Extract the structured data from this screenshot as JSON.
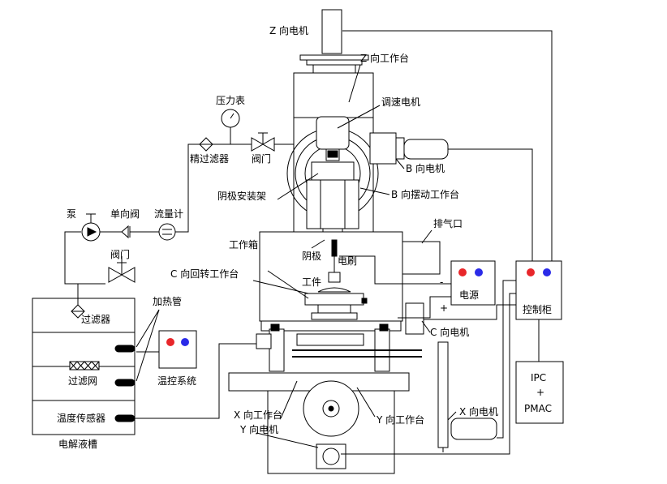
{
  "labels": {
    "z_motor": "Z 向电机",
    "z_table": "Z 向工作台",
    "speed_motor": "调速电机",
    "pressure_gauge": "压力表",
    "fine_filter": "精过滤器",
    "valve_top": "阀门",
    "b_motor": "B 向电机",
    "cathode_mount": "阴极安装架",
    "b_swing_table": "B 向摆动工作台",
    "pump": "泵",
    "check_valve": "单向阀",
    "flowmeter": "流量计",
    "exhaust": "排气口",
    "work_box": "工作箱",
    "cathode": "阴极",
    "brush": "电刷",
    "valve_left": "阀门",
    "c_rotary_table": "C 向回转工作台",
    "workpiece": "工件",
    "power_supply": "电源",
    "control_cabinet": "控制柜",
    "heating_tube": "加热管",
    "filter": "过滤器",
    "c_motor": "C 向电机",
    "filter_mesh": "过滤网",
    "temp_control": "温控系统",
    "x_table": "X 向工作台",
    "y_table": "Y 向工作台",
    "x_motor": "X 向电机",
    "y_motor": "Y 向电机",
    "temp_sensor": "温度传感器",
    "electrolyte_tank": "电解液槽",
    "ipc_line1": "IPC",
    "ipc_line2": "+",
    "ipc_line3": "PMAC",
    "minus_sign": "-",
    "plus_sign": "+"
  },
  "colors": {
    "indicator_red": "#e8262a",
    "indicator_blue": "#2a2ae8"
  }
}
